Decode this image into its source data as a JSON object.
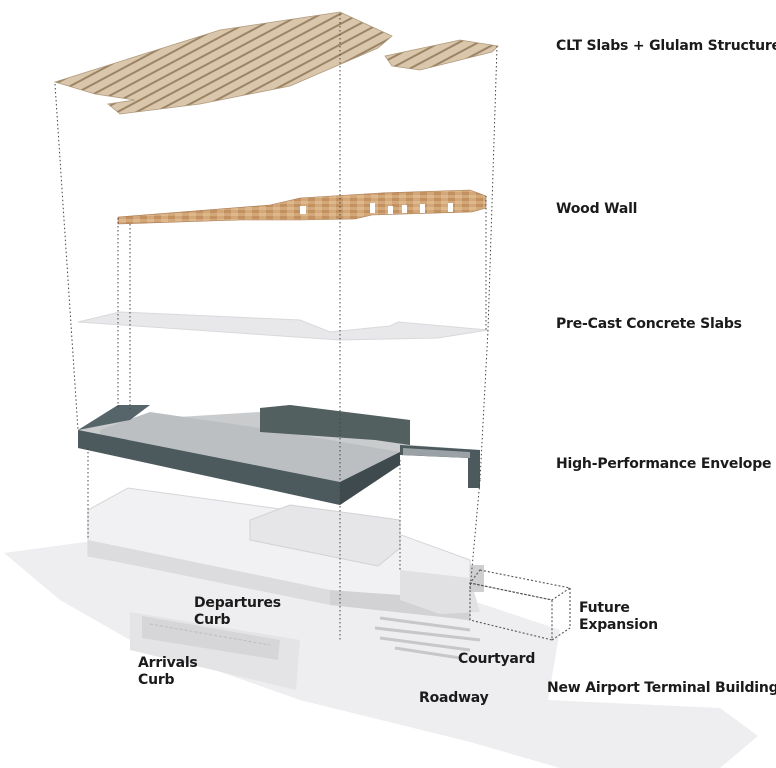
{
  "layers": {
    "clt": "CLT Slabs + Glulam Structure",
    "wood_wall": "Wood Wall",
    "precast": "Pre-Cast Concrete Slabs",
    "envelope": "High-Performance Envelope"
  },
  "site": {
    "departures_line1": "Departures",
    "departures_line2": "Curb",
    "arrivals_line1": "Arrivals",
    "arrivals_line2": "Curb",
    "courtyard": "Courtyard",
    "roadway": "Roadway",
    "future_line1": "Future",
    "future_line2": "Expansion",
    "building": "New Airport Terminal Building"
  },
  "colors": {
    "clt": "#d7c1a4",
    "wood": "#c99a6c",
    "precast": "#e9e9eb",
    "envelope": "#4d5a5e",
    "ground": "#ececee"
  }
}
